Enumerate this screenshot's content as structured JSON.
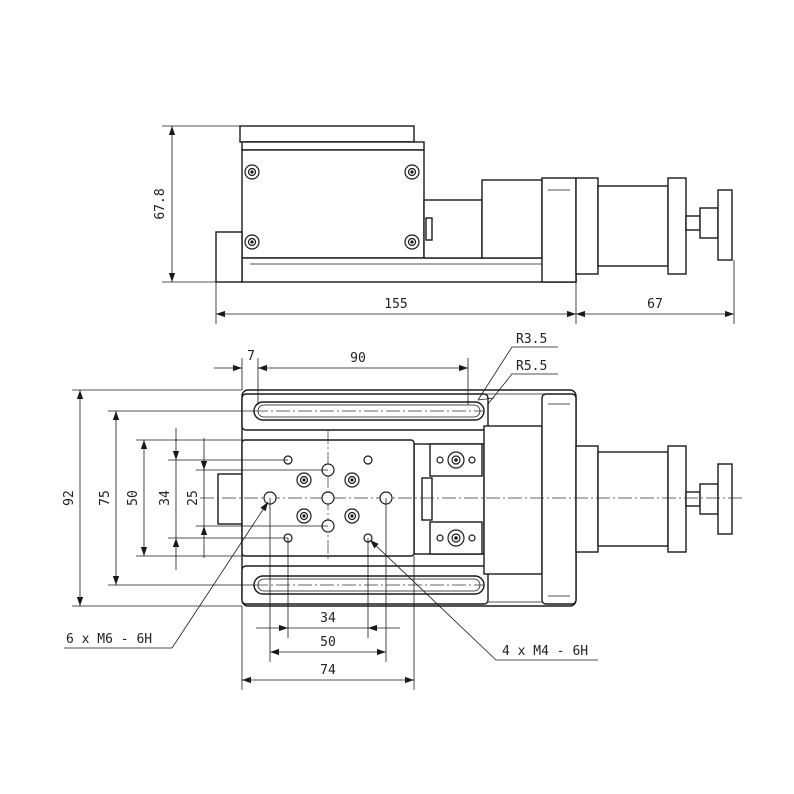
{
  "side_view": {
    "dims": {
      "height": "67.8",
      "length": "155",
      "motor": "67"
    }
  },
  "top_view": {
    "dims": {
      "slot_offset": "7",
      "slot_length": "90",
      "width": "92",
      "slot_span": "75",
      "v50": "50",
      "v34": "34",
      "v25": "25",
      "h34": "34",
      "h50": "50",
      "h74": "74"
    },
    "radius_outer": "R3.5",
    "radius_inner": "R5.5",
    "m6_callout": "6 x  M6 - 6H",
    "m4_callout": "4 x  M4 - 6H"
  }
}
